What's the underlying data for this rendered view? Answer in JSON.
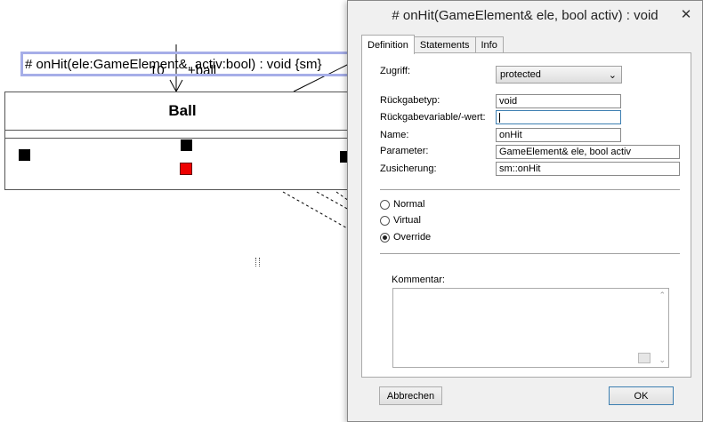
{
  "diagram": {
    "association": {
      "multiplicity": "10",
      "role": "+ball"
    },
    "class": {
      "name": "Ball",
      "operation": "# onHit(ele:GameElement&, activ:bool) : void {sm}"
    }
  },
  "dialog": {
    "title": "# onHit(GameElement& ele, bool activ) : void",
    "close_glyph": "✕",
    "tabs": [
      {
        "label": "Definition",
        "active": true
      },
      {
        "label": "Statements",
        "active": false
      },
      {
        "label": "Info",
        "active": false
      }
    ],
    "definition": {
      "access_label": "Zugriff:",
      "access_value": "protected",
      "return_type_label": "Rückgabetyp:",
      "return_type_value": "void",
      "return_variable_label": "Rückgabevariable/-wert:",
      "return_variable_value": "",
      "name_label": "Name:",
      "name_value": "onHit",
      "parameter_label": "Parameter:",
      "parameter_value": "GameElement& ele, bool activ",
      "assertion_label": "Zusicherung:",
      "assertion_value": "sm::onHit",
      "method_kind_options": [
        {
          "label": "Normal",
          "selected": false
        },
        {
          "label": "Virtual",
          "selected": false
        },
        {
          "label": "Override",
          "selected": true
        }
      ],
      "comment_label": "Kommentar:",
      "comment_value": ""
    },
    "buttons": {
      "cancel": "Abbrechen",
      "ok": "OK"
    }
  },
  "icons": {
    "close": "close-icon",
    "dropdown": "chevron-down-icon",
    "scroll_up": "scroll-up-arrow-icon",
    "scroll_down": "scroll-down-arrow-icon"
  },
  "colors": {
    "selection_outline": "#a6aee8",
    "handle": "#000000",
    "active_handle": "#e00000",
    "default_button_border": "#3c7fb1"
  }
}
